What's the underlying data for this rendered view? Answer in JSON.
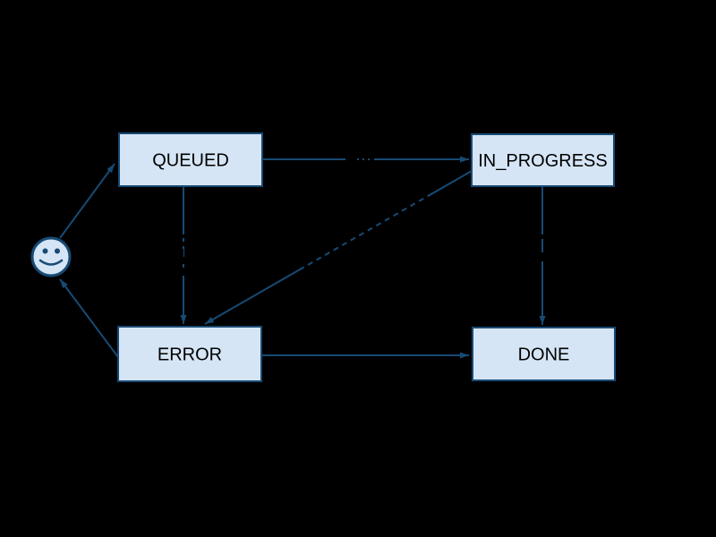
{
  "diagram": {
    "type": "state-machine-diagram",
    "background_color": "#000000",
    "node_fill_color": "#d5e5f5",
    "node_border_color": "#174a74",
    "edge_color": "#174a74",
    "node_text_color": "#000000"
  },
  "nodes": [
    {
      "id": "queued",
      "label": "QUEUED"
    },
    {
      "id": "in_progress",
      "label": "IN_PROGRESS"
    },
    {
      "id": "error",
      "label": "ERROR"
    },
    {
      "id": "done",
      "label": "DONE"
    }
  ],
  "start_marker": {
    "icon": "smiley-face-icon"
  },
  "edges": [
    {
      "from": "smiley",
      "to": "QUEUED"
    },
    {
      "from": "QUEUED",
      "to": "IN_PROGRESS"
    },
    {
      "from": "QUEUED",
      "to": "ERROR"
    },
    {
      "from": "IN_PROGRESS",
      "to": "ERROR"
    },
    {
      "from": "IN_PROGRESS",
      "to": "DONE"
    },
    {
      "from": "ERROR",
      "to": "DONE"
    },
    {
      "from": "ERROR",
      "to": "smiley"
    }
  ]
}
